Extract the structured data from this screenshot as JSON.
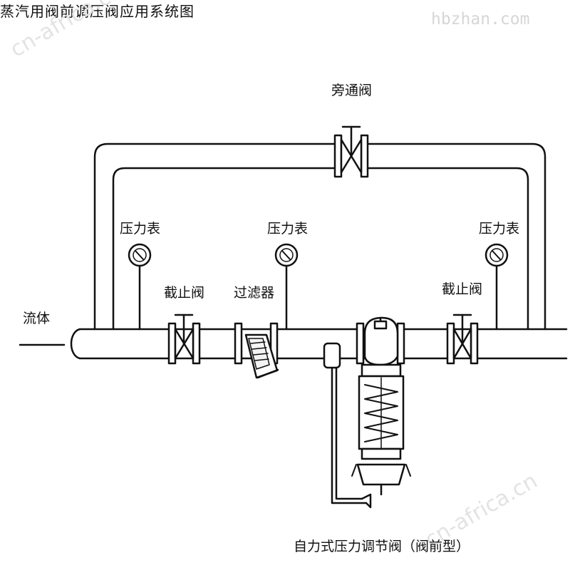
{
  "title": "蒸汽用阀前调压阀应用系统图",
  "labels": {
    "bypass_valve": "旁通阀",
    "gauge_left": "压力表",
    "gauge_middle": "压力表",
    "gauge_right": "压力表",
    "stop_valve_left": "截止阀",
    "filter": "过滤器",
    "stop_valve_right": "截止阀",
    "fluid": "流体",
    "regulator": "自力式压力调节阀（阀前型）"
  },
  "watermarks": {
    "site": "hbzhan.com",
    "upper_left": "cn-africa.cn",
    "lower_right": "cn-africa.cn"
  },
  "colors": {
    "line": "#111111",
    "background": "#ffffff",
    "watermark": "#d6d6d6"
  }
}
